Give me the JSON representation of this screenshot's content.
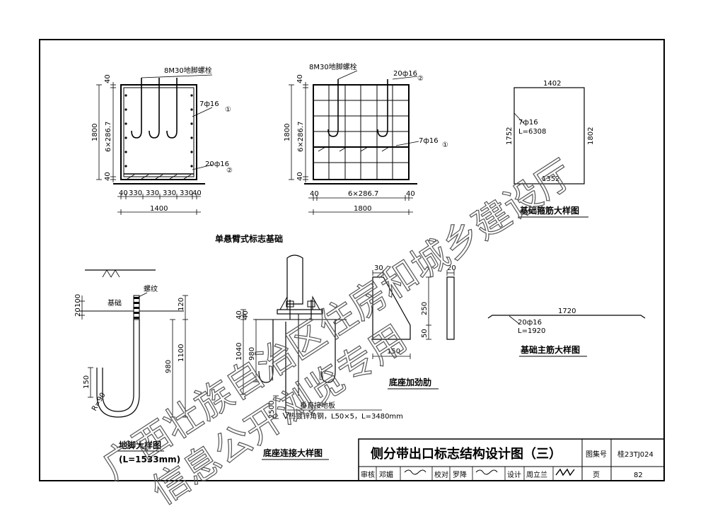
{
  "drawing": {
    "sheet_title": "侧分带出口标志结构设计图（三）",
    "atlas_label": "图集号",
    "atlas_no": "桂23TJ024",
    "page_label": "页",
    "page_no": "82",
    "sign_row": [
      "审核",
      "邓媚",
      "校对",
      "罗降",
      "设计",
      "周立兰"
    ],
    "watermark_line1": "广西壮族自治区住房和城乡建设厅",
    "watermark_line2": "信息公开浏览专用"
  },
  "foundation_left": {
    "bolt_label": "8M30地脚螺栓",
    "rebar1": "7ф16",
    "rebar2": "20ф16",
    "m1": "①",
    "m2": "②",
    "dim_top": "40",
    "dim_height": "1800",
    "dim_mid": "6×286.7",
    "dim_bottom": "40",
    "dims_x": [
      "40",
      "330",
      "330",
      "330",
      "330",
      "40"
    ],
    "dim_width": "1400",
    "caption": "单悬臂式标志基础"
  },
  "foundation_mid": {
    "bolt_label": "8M30地脚螺栓",
    "rebar2": "20ф16",
    "rebar1": "7ф16",
    "m1": "①",
    "m2": "②",
    "dim_top": "40",
    "dim_height": "1800",
    "dim_mid": "6×286.7",
    "dim_bottom": "40",
    "dims_x": [
      "40",
      "6×286.7",
      "40"
    ],
    "dim_width": "1800"
  },
  "stirrup": {
    "top": "1402",
    "left": "1752",
    "right": "1802",
    "bottom": "1352",
    "rebar": "7ф16",
    "length": "L=6308",
    "caption": "基础箍筋大样图"
  },
  "anchor": {
    "thread": "螺纹",
    "base": "基础",
    "d1": "20",
    "d2": "100",
    "d3": "120",
    "d4": "1100",
    "d5": "980",
    "d6": "150",
    "radius": "R=90",
    "caption": "地脚大样图",
    "length": "(L=1533mm)"
  },
  "base_conn": {
    "d1": "40",
    "d2": "40",
    "d3": "1040",
    "d4": "980",
    "d5": "2500",
    "ground_label": "垂直接地板",
    "ground_spec": "热镀锌角钢，L50×5，L=3480mm",
    "caption": "底座连接大样图"
  },
  "rib": {
    "t1": "30",
    "t2": "20",
    "h": "250",
    "h2": "50",
    "w": "150",
    "caption": "底座加劲肋"
  },
  "main_rebar": {
    "length": "1720",
    "rebar": "20ф16",
    "l": "L=1920",
    "caption": "基础主筋大样图"
  }
}
